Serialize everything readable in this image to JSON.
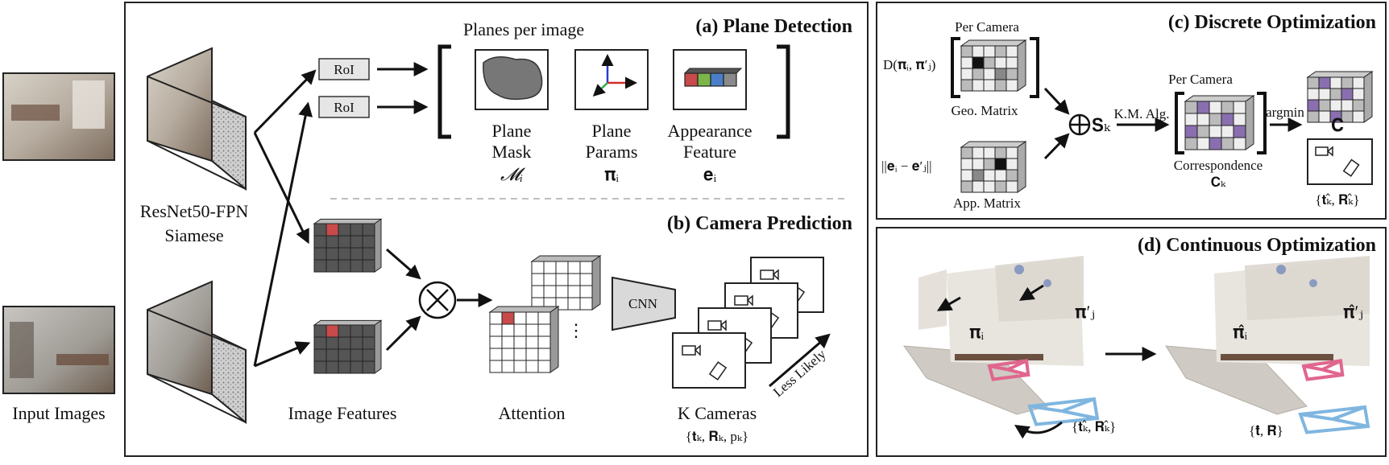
{
  "inputs": {
    "label": "Input Images"
  },
  "backbone": {
    "line1": "ResNet50-FPN",
    "line2": "Siamese"
  },
  "plane_detection": {
    "title": "(a) Plane Detection",
    "header": "Planes per image",
    "roi": [
      "RoI",
      "RoI"
    ],
    "items": [
      {
        "line1": "Plane",
        "line2": "Mask",
        "symbol": "𝓜ᵢ"
      },
      {
        "line1": "Plane",
        "line2": "Params",
        "symbol": "𝛑ᵢ"
      },
      {
        "line1": "Appearance",
        "line2": "Feature",
        "symbol": "𝐞ᵢ"
      }
    ],
    "feature_colors": [
      "#c84a4a",
      "#7ab648",
      "#4a7ec8",
      "#8a8a8a"
    ]
  },
  "camera_prediction": {
    "title": "(b) Camera Prediction",
    "features_label": "Image Features",
    "attention_label": "Attention",
    "cnn_label": "CNN",
    "cameras_label": "K Cameras",
    "cameras_symbol": "{𝐭ₖ, 𝐑ₖ, pₖ}",
    "likely_label": "Less Likely",
    "ellipsis": "⋮",
    "highlight_color": "#c84a4a"
  },
  "discrete": {
    "title": "(c) Discrete Optimization",
    "per_camera_1": "Per Camera",
    "d_label": "D(𝛑ᵢ, 𝛑′ⱼ)",
    "geo_label": "Geo. Matrix",
    "e_label": "||𝐞ᵢ − 𝐞′ⱼ||",
    "app_label": "App.  Matrix",
    "s_label": "𝐒ₖ",
    "km_label": "K.M. Alg.",
    "per_camera_2": "Per Camera",
    "corr_label": "Correspondence",
    "ck_label": "𝐂ₖ",
    "argmin_label": "argmin",
    "c_label": "𝐂",
    "tr_label": "{𝐭ₖ̂, 𝐑ₖ̂}",
    "purple": "#8a6fb0"
  },
  "continuous": {
    "title": "(d) Continuous Optimization",
    "pi_i": "𝛑ᵢ",
    "pi_j": "𝛑′ⱼ",
    "tr_in": "{𝐭ₖ̂, 𝐑ₖ̂}",
    "pi_i_hat": "𝛑̂ᵢ",
    "pi_j_hat": "𝛑̂′ⱼ",
    "tr_out": "{𝐭̂, 𝐑̂}",
    "pink": "#e0668e",
    "blue": "#7fb6e0"
  }
}
